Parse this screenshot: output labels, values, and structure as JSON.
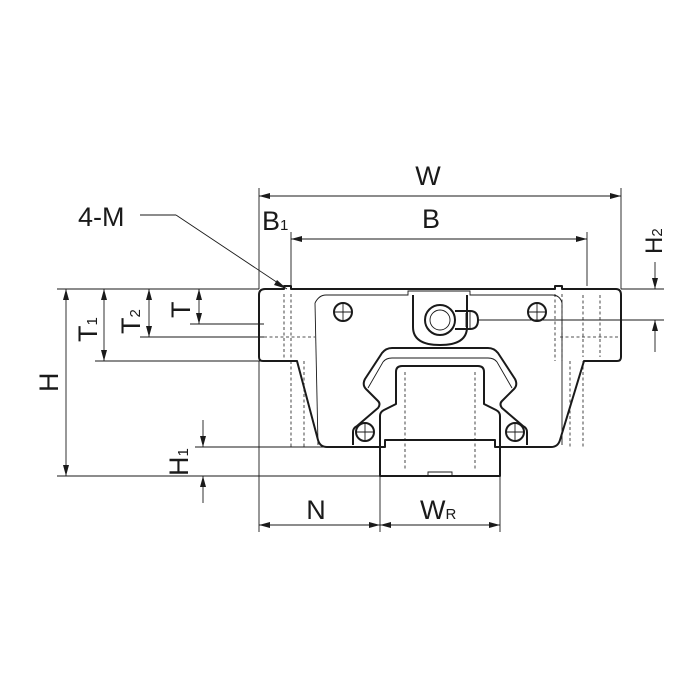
{
  "labels": {
    "W": "W",
    "B_main": "B",
    "B1_main": "B",
    "B1_sub": "1",
    "H2_main": "H",
    "H2_sub": "2",
    "M": "4-M",
    "T": "T",
    "T1_main": "T",
    "T1_sub": "1",
    "T2_main": "T",
    "T2_sub": "2",
    "H": "H",
    "H1_main": "H",
    "H1_sub": "1",
    "N": "N",
    "WR_main": "W",
    "WR_sub": "R"
  }
}
